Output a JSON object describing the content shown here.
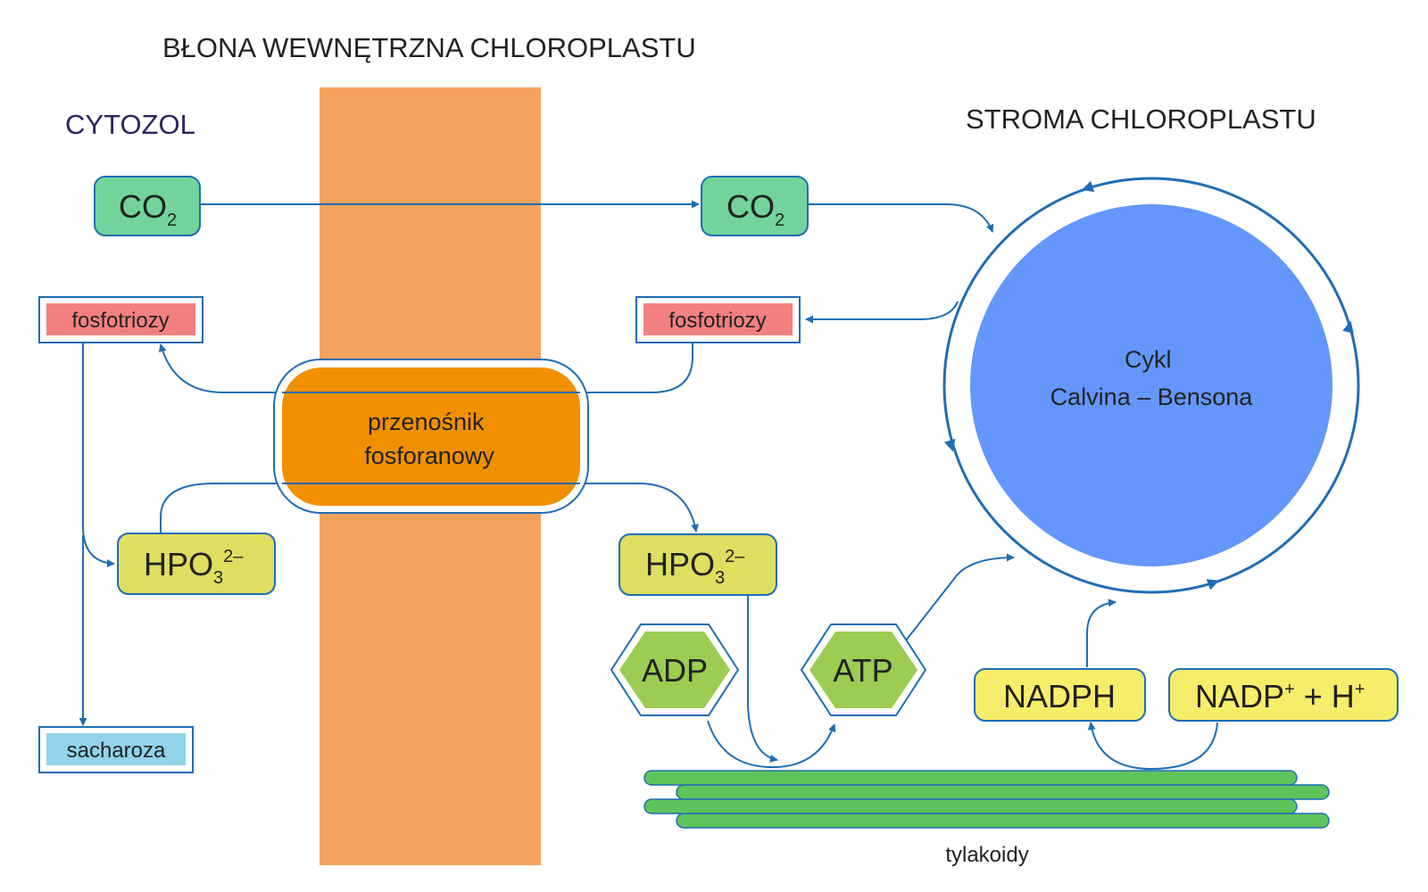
{
  "header": {
    "membrane": "BŁONA WEWNĘTRZNA CHLOROPLASTU",
    "cytosol": "CYTOZOL",
    "stroma": "STROMA CHLOROPLASTU"
  },
  "cytosol_side": {
    "co2": {
      "main": "CO",
      "sub": "2"
    },
    "triose": "fosfotriozy",
    "phosphate": {
      "main": "HPO",
      "sub": "3",
      "sup": "2–"
    },
    "sucrose": "sacharoza"
  },
  "stroma_side": {
    "co2": {
      "main": "CO",
      "sub": "2"
    },
    "triose": "fosfotriozy",
    "phosphate": {
      "main": "HPO",
      "sub": "3",
      "sup": "2–"
    },
    "adp": "ADP",
    "atp": "ATP",
    "nadph": "NADPH",
    "nadp": {
      "a": "NADP",
      "sup1": "+",
      "b": " + H",
      "sup2": "+"
    },
    "thylakoids": "tylakoidy"
  },
  "transporter": {
    "line1": "przenośnik",
    "line2": "fosforanowy"
  },
  "cycle": {
    "line1": "Cykl",
    "line2": "Calvina – Bensona"
  },
  "colors": {
    "membrane": "#f4a35e",
    "transporter": "#f09000",
    "co2": "#72d49c",
    "triose": "#f38080",
    "phosphate": "#dede60",
    "nucleotide": "#9ccc52",
    "nadph": "#f6ee6a",
    "sucrose": "#92d2ea",
    "cycle": "#6496fc",
    "thylakoid": "#5ec45a",
    "arrow": "#1f6db5",
    "cytosol_text": "#2a2560"
  }
}
